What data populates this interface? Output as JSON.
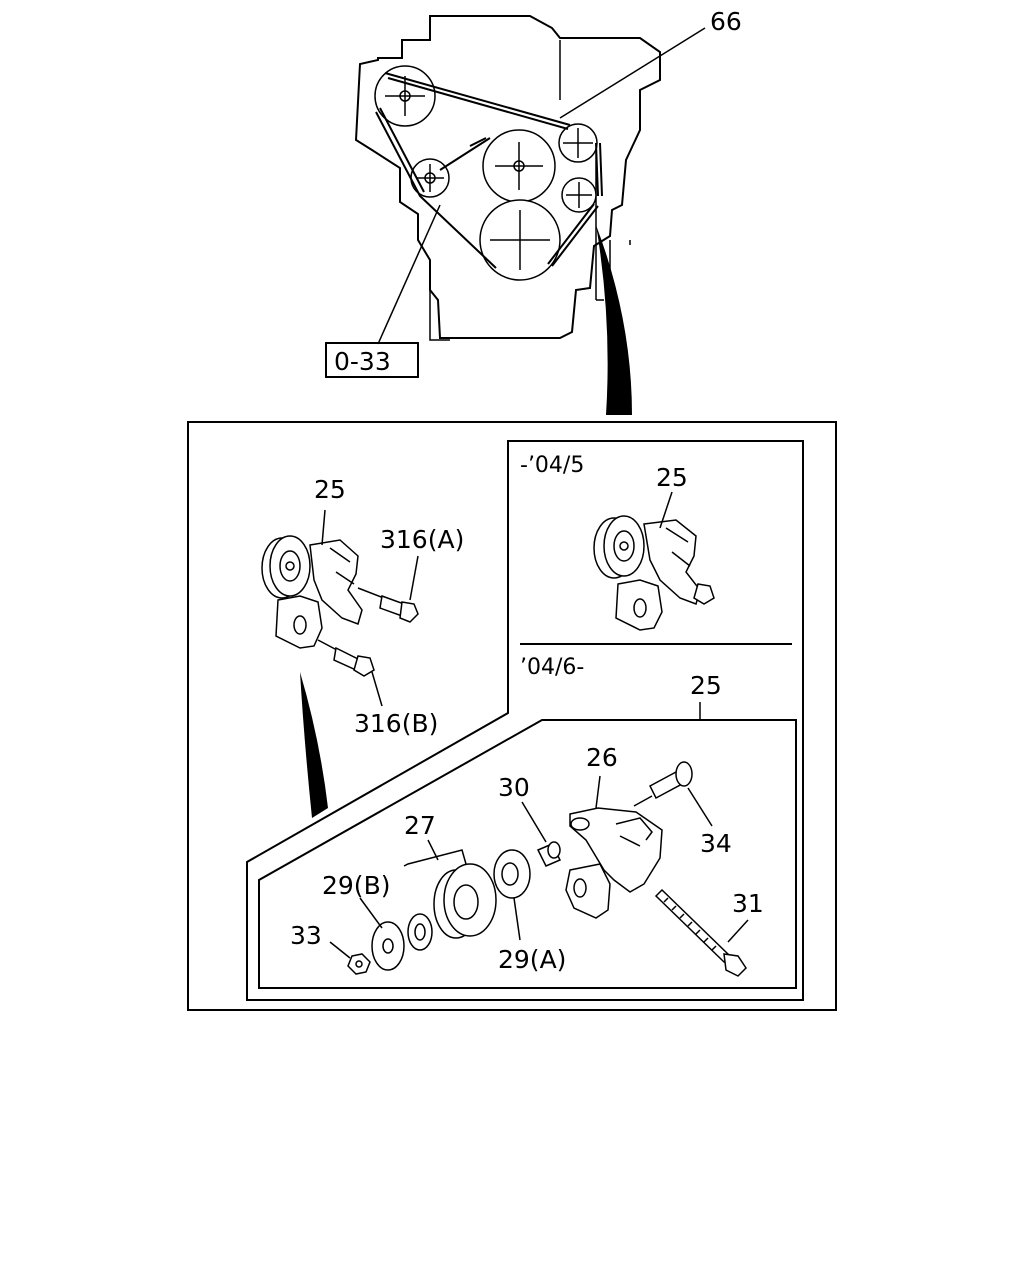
{
  "engine_view": {
    "belt_label": "66",
    "reference_box": "0-33"
  },
  "detail": {
    "main_labels": {
      "tensioner": "25",
      "bolt_a": "316(A)",
      "bolt_b": "316(B)"
    },
    "early_variant": {
      "date_range": "-’04/5",
      "tensioner": "25"
    },
    "late_variant": {
      "date_range": "’04/6-",
      "assembly": "25",
      "bracket": "26",
      "pulley_assy": "27",
      "bearing_b": "29(B)",
      "bearing_a": "29(A)",
      "collar": "30",
      "long_bolt": "31",
      "nut": "33",
      "bolt": "34"
    }
  }
}
